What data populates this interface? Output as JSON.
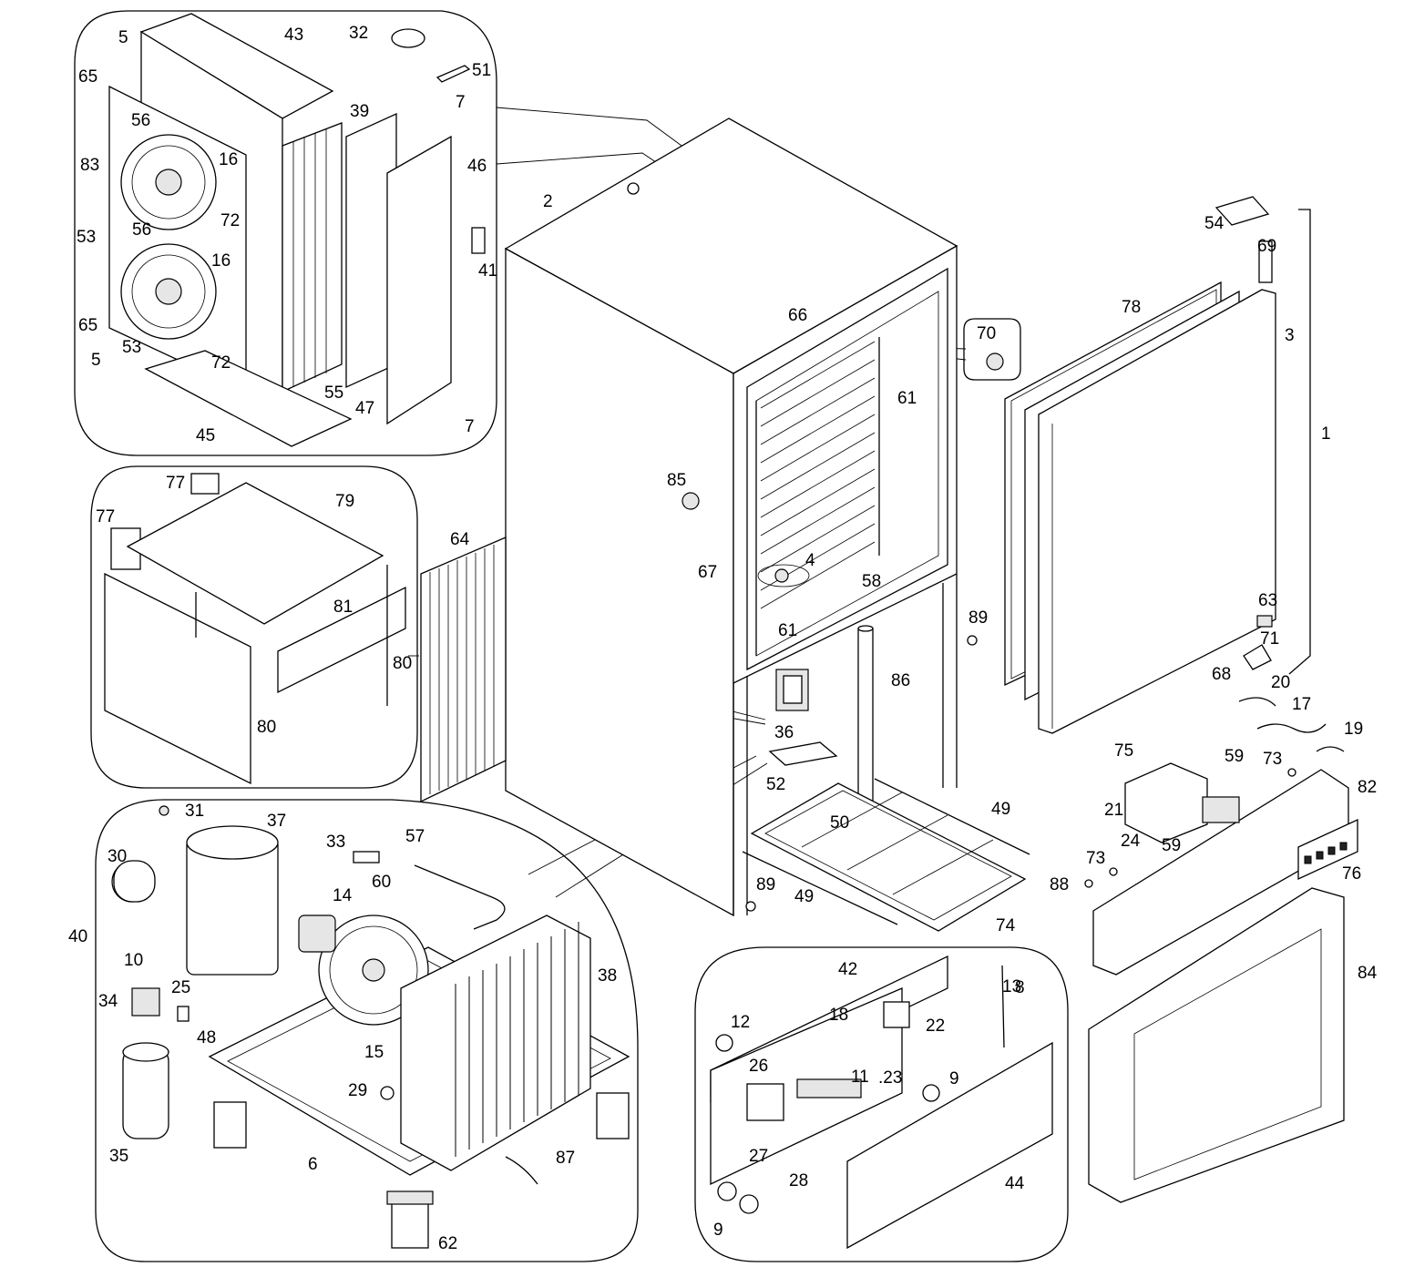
{
  "callouts": [
    "1",
    "2",
    "3",
    "4",
    "5",
    "5",
    "6",
    "7",
    "7",
    "8",
    "9",
    "9",
    "10",
    "11",
    "12",
    "13",
    "14",
    "15",
    "16",
    "16",
    "17",
    "18",
    "19",
    "20",
    "21",
    "22",
    ".23",
    "24",
    "25",
    "26",
    "27",
    "28",
    "29",
    "30",
    "31",
    "32",
    "33",
    "34",
    "35",
    "36",
    "37",
    "38",
    "39",
    "40",
    "41",
    "42",
    "43",
    "44",
    "45",
    "46",
    "47",
    "48",
    "49",
    "49",
    "50",
    "51",
    "52",
    "53",
    "53",
    "54",
    "55",
    "56",
    "56",
    "57",
    "58",
    "59",
    "59",
    "60",
    "61",
    "61",
    "62",
    "63",
    "64",
    "65",
    "65",
    "66",
    "67",
    "68",
    "69",
    "70",
    "71",
    "72",
    "72",
    "73",
    "73",
    "74",
    "75",
    "76",
    "77",
    "77",
    "78",
    "79",
    "80",
    "80",
    "81",
    "82",
    "83",
    "84",
    "85",
    "86",
    "87",
    "88",
    "89",
    "89"
  ]
}
